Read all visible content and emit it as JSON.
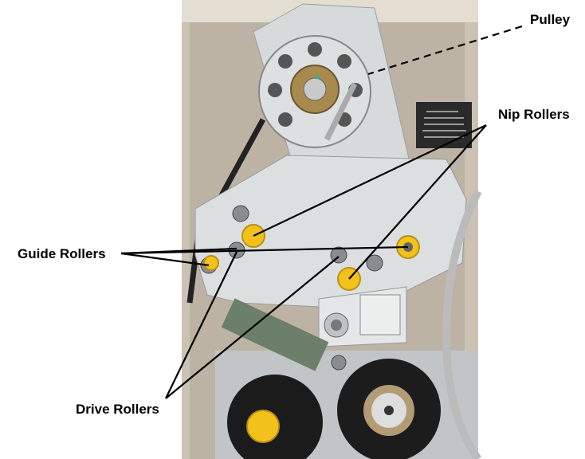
{
  "labels": {
    "pulley": "Pulley",
    "nip_rollers": "Nip Rollers",
    "guide_rollers": "Guide Rollers",
    "drive_rollers": "Drive Rollers"
  },
  "colors": {
    "roller_yellow": "#f2c21b",
    "plate": "#d9dcdd",
    "cabinet": "#cfc6b8"
  }
}
